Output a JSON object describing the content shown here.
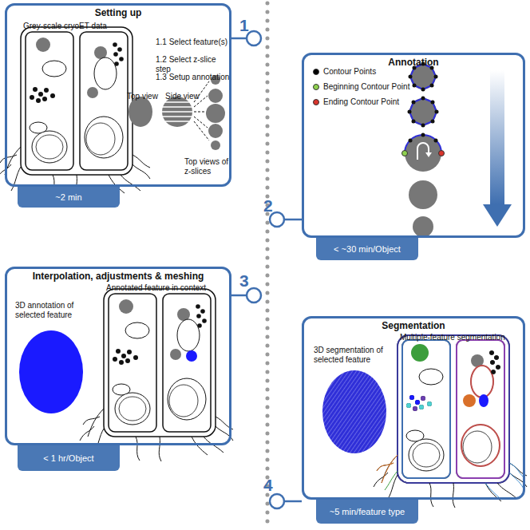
{
  "diagram": {
    "nodes": [
      {
        "text": [
          "Setting up",
          "Grey-scale cryoET data",
          "1.1 Select feature(s)",
          "1.2 Select z-slice step",
          "1.3 Setup annotation",
          "Top view",
          "Side view",
          "Top views of z-slices"
        ]
      },
      {
        "text": [
          "~2 min"
        ]
      },
      {
        "text": [
          "Annotation"
        ]
      },
      {
        "text": [
          "< ~30 min/Object"
        ]
      },
      {
        "text": [
          "Interpolation, adjustments & meshing",
          "3D annotation of selected feature",
          "Annotated feature in context"
        ]
      },
      {
        "text": [
          "< 1 hr/Object"
        ]
      },
      {
        "text": [
          "Segmentation",
          "3D segmentation of selected feature",
          "Multiple-feature segmentation"
        ]
      },
      {
        "text": [
          "~5 min/feature type"
        ]
      }
    ],
    "labels": [
      "1",
      "2",
      "3",
      "4"
    ],
    "legend": [
      {
        "text": "Contour Points",
        "color": "#000000"
      },
      {
        "text": "Beginning Contour Point",
        "color": "#8fd14f"
      },
      {
        "text": "Ending Contour Point",
        "color": "#d9342b"
      }
    ]
  }
}
